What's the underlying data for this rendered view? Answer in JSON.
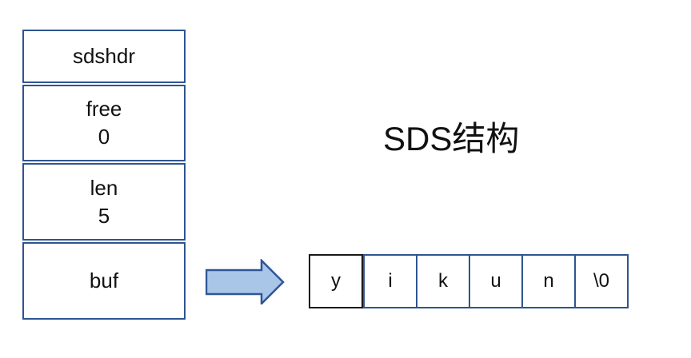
{
  "title": "SDS结构",
  "colors": {
    "background": "#ffffff",
    "text": "#111111",
    "border_blue": "#2F5491",
    "border_black": "#1a1a1a",
    "arrow_fill": "#A9C6E9",
    "arrow_stroke": "#2F5597"
  },
  "struct": {
    "rows": [
      {
        "label": "sdshdr"
      },
      {
        "label": "free",
        "value": "0"
      },
      {
        "label": "len",
        "value": "5"
      },
      {
        "label": "buf"
      }
    ]
  },
  "buffer": {
    "cells": [
      "y",
      "i",
      "k",
      "u",
      "n",
      "\\0"
    ]
  }
}
